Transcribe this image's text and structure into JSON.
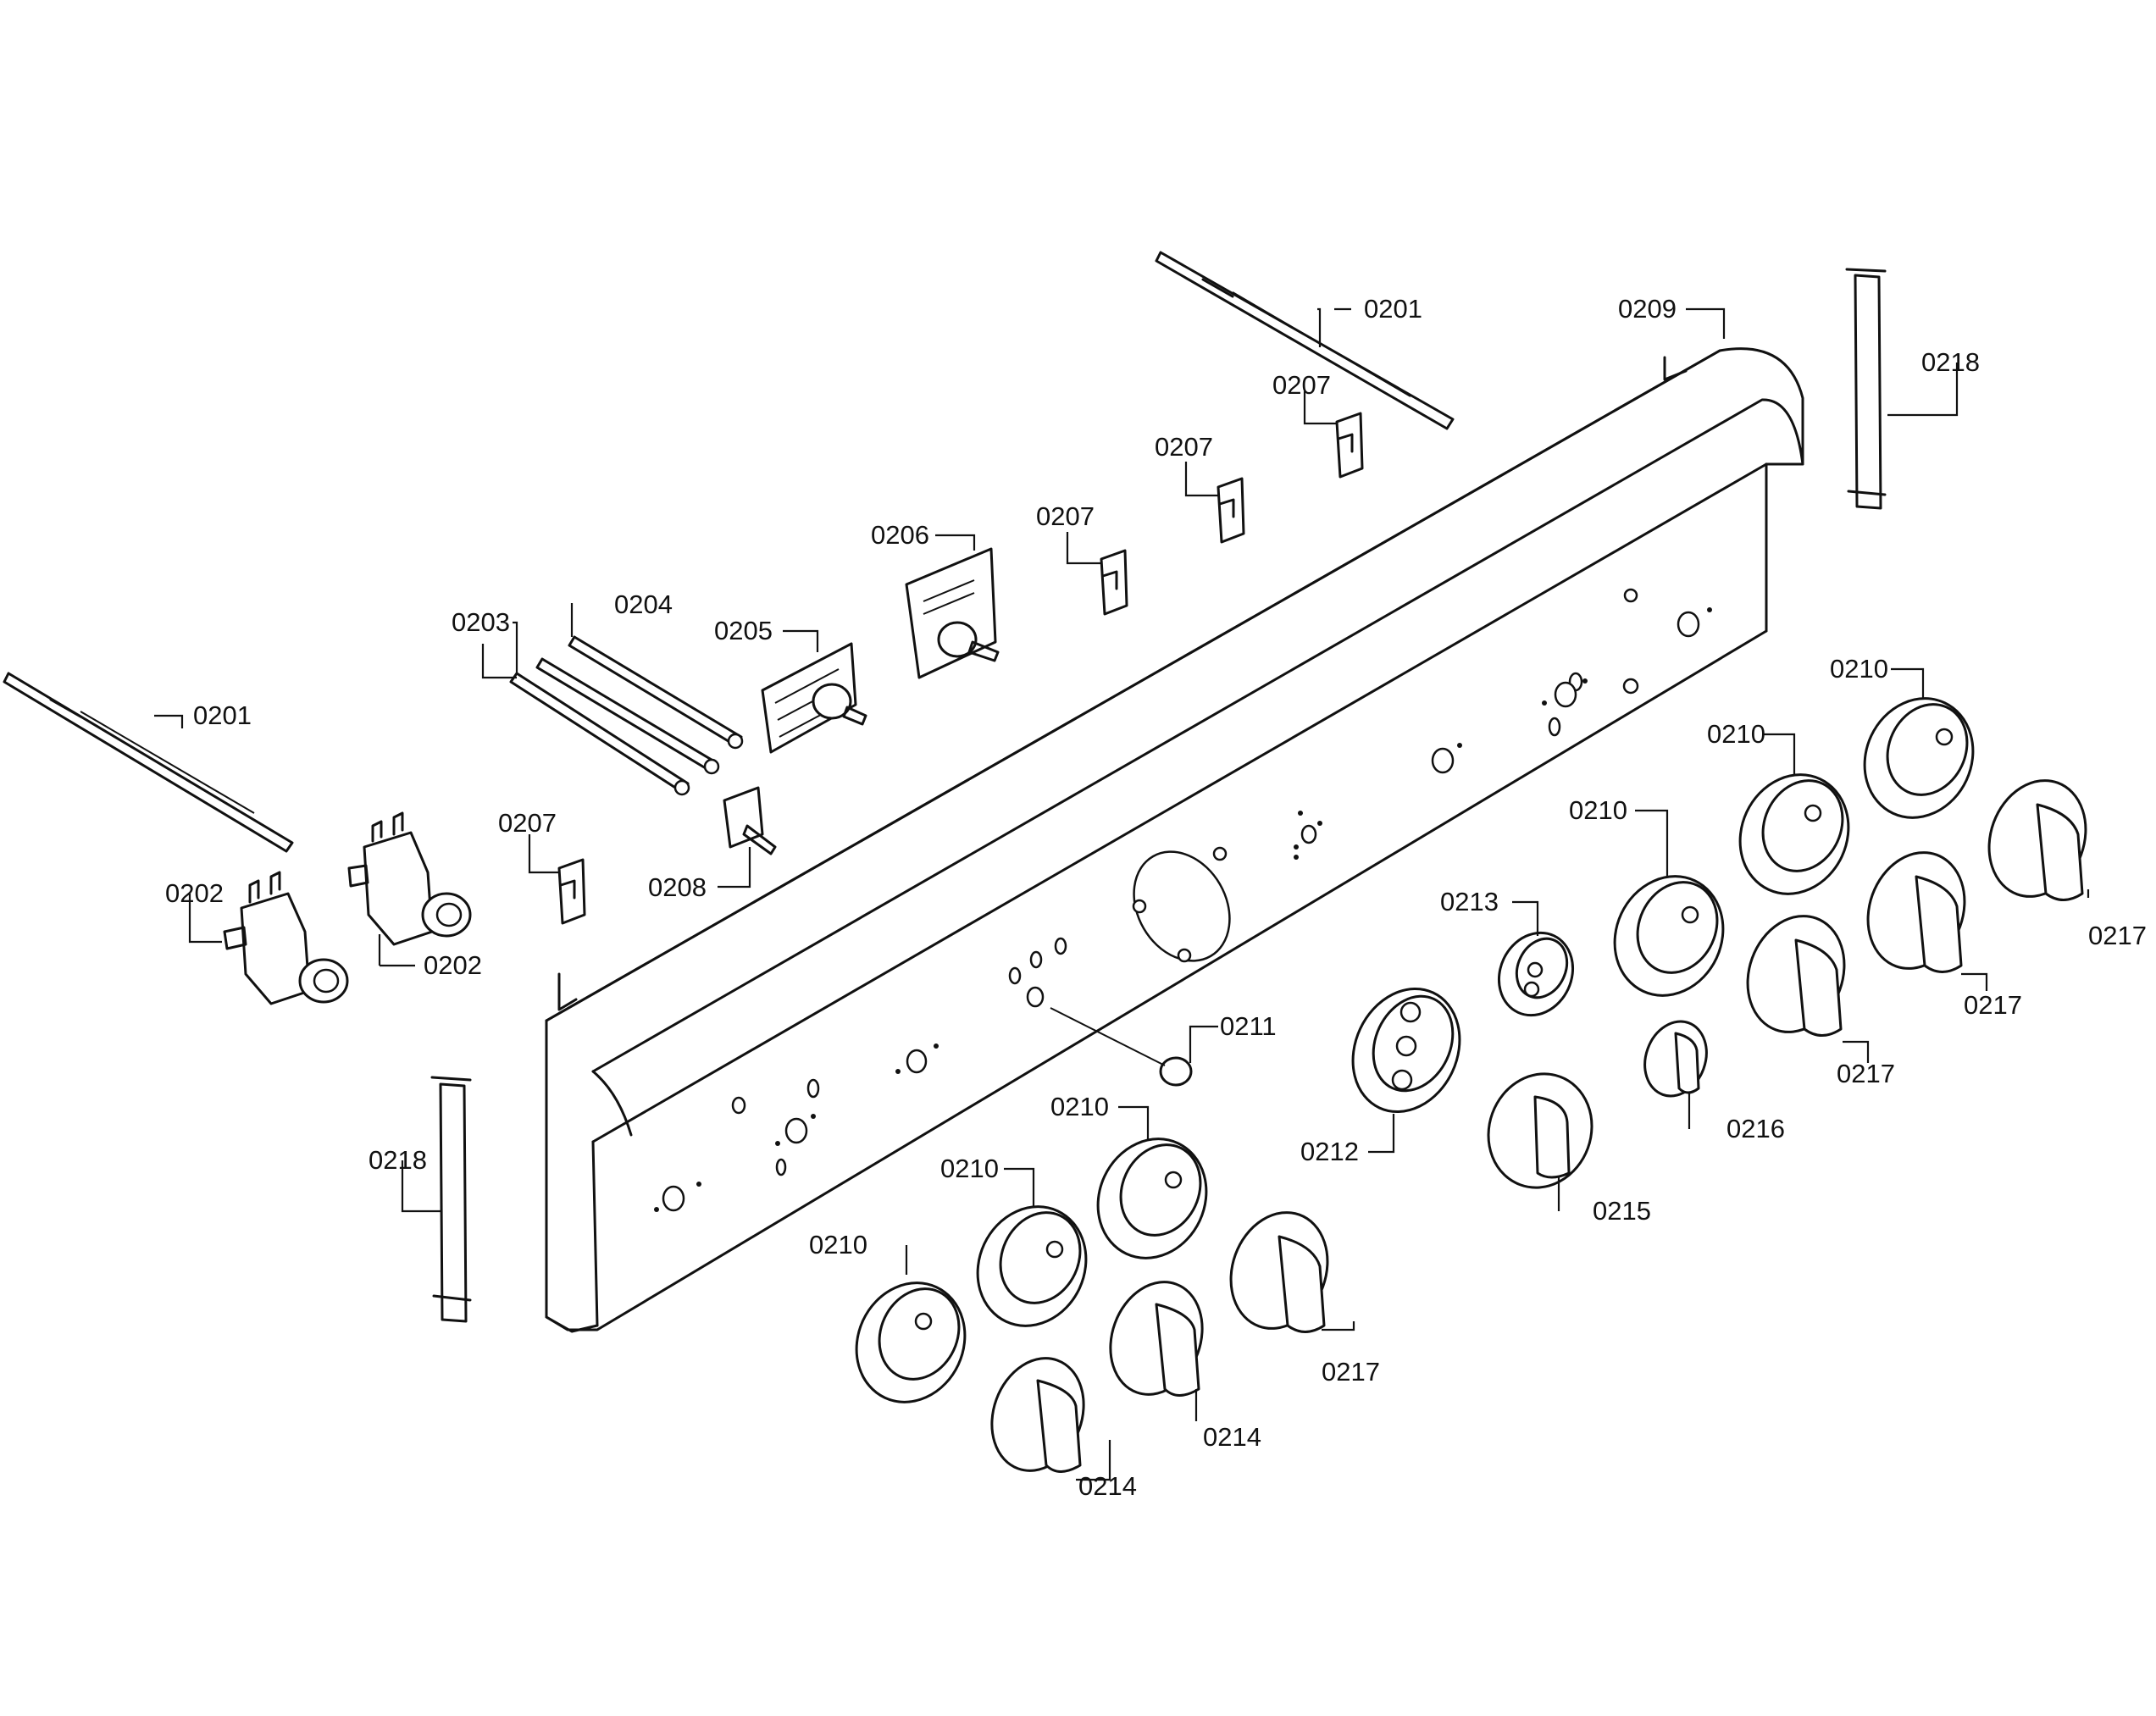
{
  "labels": {
    "c0201a": "0201",
    "c0201b": "0201",
    "c0202a": "0202",
    "c0202b": "0202",
    "c0203": "0203",
    "c0204": "0204",
    "c0205": "0205",
    "c0206": "0206",
    "c0207a": "0207",
    "c0207b": "0207",
    "c0207c": "0207",
    "c0207d": "0207",
    "c0208": "0208",
    "c0209": "0209",
    "c0210a": "0210",
    "c0210b": "0210",
    "c0210c": "0210",
    "c0210d": "0210",
    "c0210e": "0210",
    "c0210f": "0210",
    "c0211": "0211",
    "c0212": "0212",
    "c0213": "0213",
    "c0214a": "0214",
    "c0214b": "0214",
    "c0215": "0215",
    "c0216": "0216",
    "c0217a": "0217",
    "c0217b": "0217",
    "c0217c": "0217",
    "c0217d": "0217",
    "c0218a": "0218",
    "c0218b": "0218"
  }
}
